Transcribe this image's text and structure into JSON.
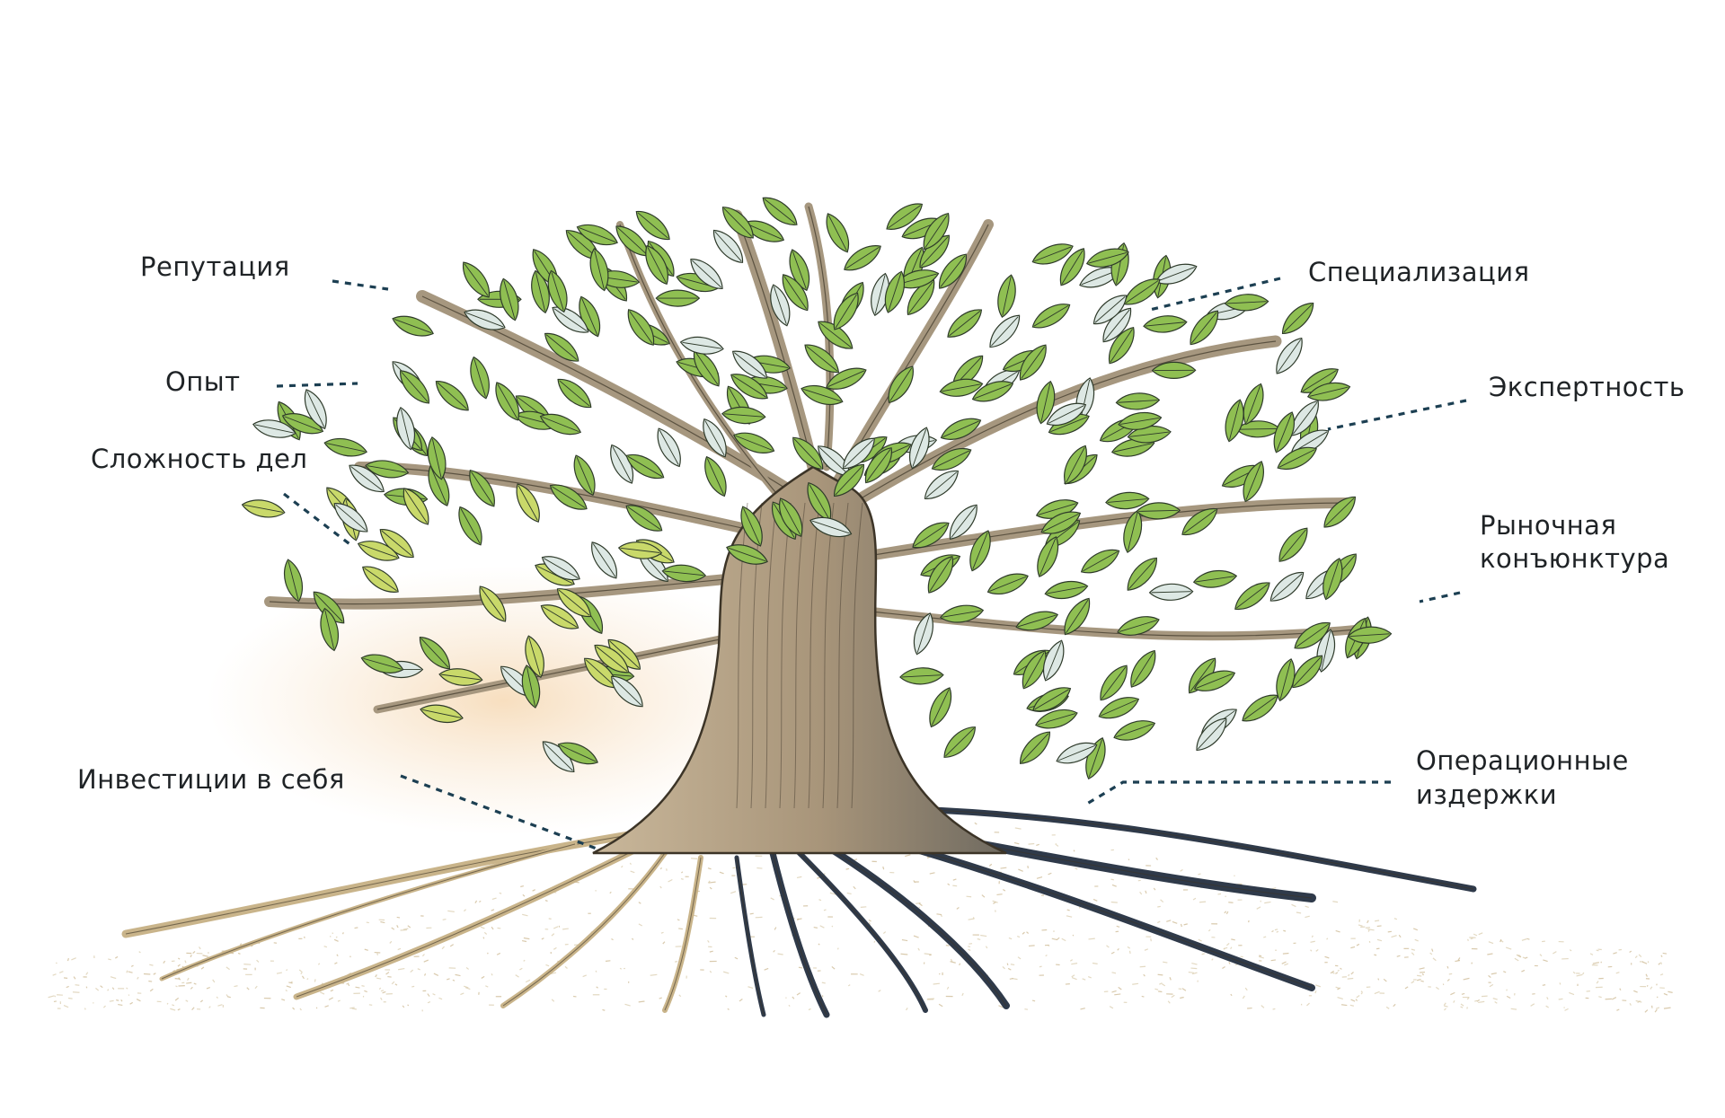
{
  "labels": {
    "reputation": "Репутация",
    "experience": "Опыт",
    "case_complexity": "Сложность дел",
    "self_investment": "Инвестиции в себя",
    "specialization": "Специализация",
    "expertise": "Экспертность",
    "market_line1": "Рыночная",
    "market_line2": "конъюнктура",
    "costs_line1": "Операционные",
    "costs_line2": "издержки"
  },
  "colors": {
    "leader": "#1c3f52",
    "trunk": "#b7a58a",
    "trunk_outline": "#3c3427",
    "root_dark": "#2f3a4a",
    "root_light": "#c9b48a",
    "leaf_green": "#8fbf52",
    "leaf_yellow": "#c9d96a",
    "leaf_pale": "#dde8e4",
    "glow": "#f8e6cf"
  }
}
